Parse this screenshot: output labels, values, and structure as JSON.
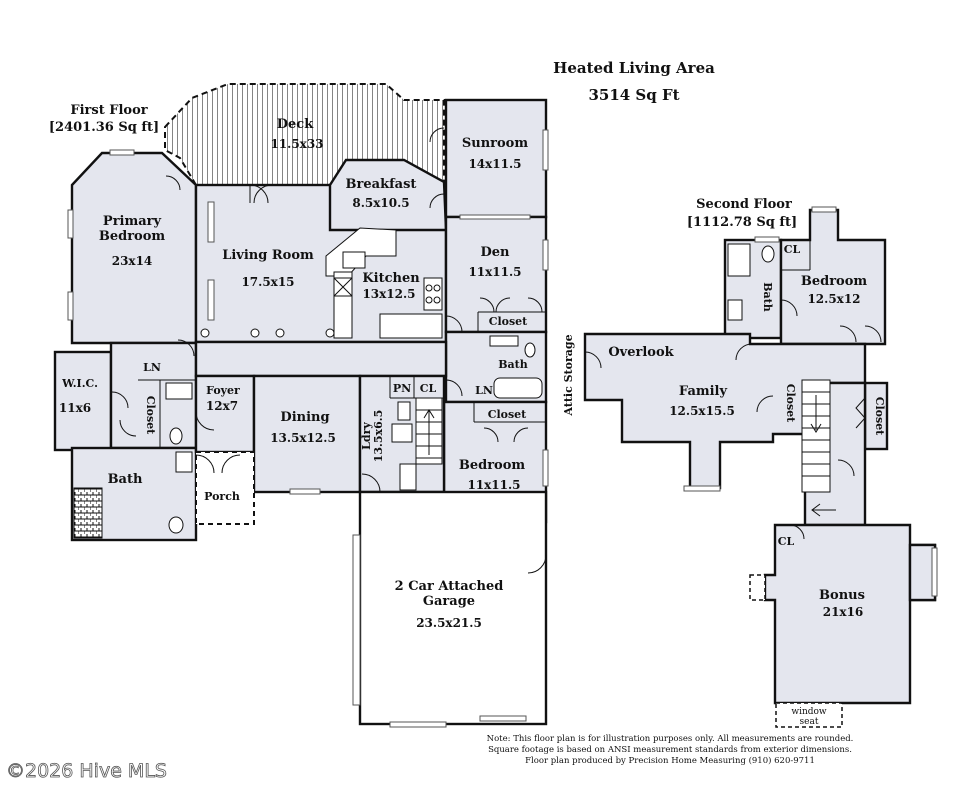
{
  "header": {
    "heated_title": "Heated Living Area",
    "heated_sqft": "3514 Sq Ft"
  },
  "first_floor": {
    "title": "First Floor",
    "area": "[2401.36 Sq ft]",
    "rooms": {
      "deck": {
        "name": "Deck",
        "dims": "11.5x33"
      },
      "sunroom": {
        "name": "Sunroom",
        "dims": "14x11.5"
      },
      "breakfast": {
        "name": "Breakfast",
        "dims": "8.5x10.5"
      },
      "primary_bedroom": {
        "name1": "Primary",
        "name2": "Bedroom",
        "dims": "23x14"
      },
      "living_room": {
        "name": "Living Room",
        "dims": "17.5x15"
      },
      "kitchen": {
        "name": "Kitchen",
        "dims": "13x12.5"
      },
      "den": {
        "name": "Den",
        "dims": "11x11.5"
      },
      "den_closet": {
        "name": "Closet"
      },
      "bath_mid": {
        "name": "Bath"
      },
      "ln_mid": {
        "name": "LN"
      },
      "bedroom_closet": {
        "name": "Closet"
      },
      "bedroom": {
        "name": "Bedroom",
        "dims": "11x11.5"
      },
      "wic": {
        "name": "W.I.C.",
        "dims": "11x6"
      },
      "ln_left": {
        "name": "LN"
      },
      "closet_left": {
        "name": "Closet"
      },
      "foyer": {
        "name": "Foyer",
        "dims": "12x7"
      },
      "dining": {
        "name": "Dining",
        "dims": "13.5x12.5"
      },
      "pn": {
        "name": "PN"
      },
      "cl": {
        "name": "CL"
      },
      "laundry": {
        "name": "Ldry",
        "dims": "13.5x6.5"
      },
      "bath_left": {
        "name": "Bath"
      },
      "porch": {
        "name": "Porch"
      },
      "garage": {
        "name1": "2 Car Attached",
        "name2": "Garage",
        "dims": "23.5x21.5"
      },
      "attic": {
        "name": "Attic Storage"
      }
    }
  },
  "second_floor": {
    "title": "Second Floor",
    "area": "[1112.78 Sq ft]",
    "rooms": {
      "bedroom": {
        "name": "Bedroom",
        "dims": "12.5x12"
      },
      "cl_top": {
        "name": "CL"
      },
      "bath": {
        "name": "Bath"
      },
      "overlook": {
        "name": "Overlook"
      },
      "family": {
        "name": "Family",
        "dims": "12.5x15.5"
      },
      "closet_a": {
        "name": "Closet"
      },
      "closet_b": {
        "name": "Closet"
      },
      "cl_bonus": {
        "name": "CL"
      },
      "bonus": {
        "name": "Bonus",
        "dims": "21x16"
      },
      "window_seat": {
        "name1": "window",
        "name2": "seat"
      }
    }
  },
  "notes": {
    "line1": "Note: This floor plan is for illustration purposes only. All measurements are rounded.",
    "line2": "Square footage is based on ANSI measurement standards from exterior dimensions.",
    "line3": "Floor plan produced by Precision Home Measuring (910) 620-9711"
  },
  "watermark": "©2026 Hive MLS",
  "colors": {
    "wall_fill": "#e4e6ee",
    "line": "#111111"
  }
}
